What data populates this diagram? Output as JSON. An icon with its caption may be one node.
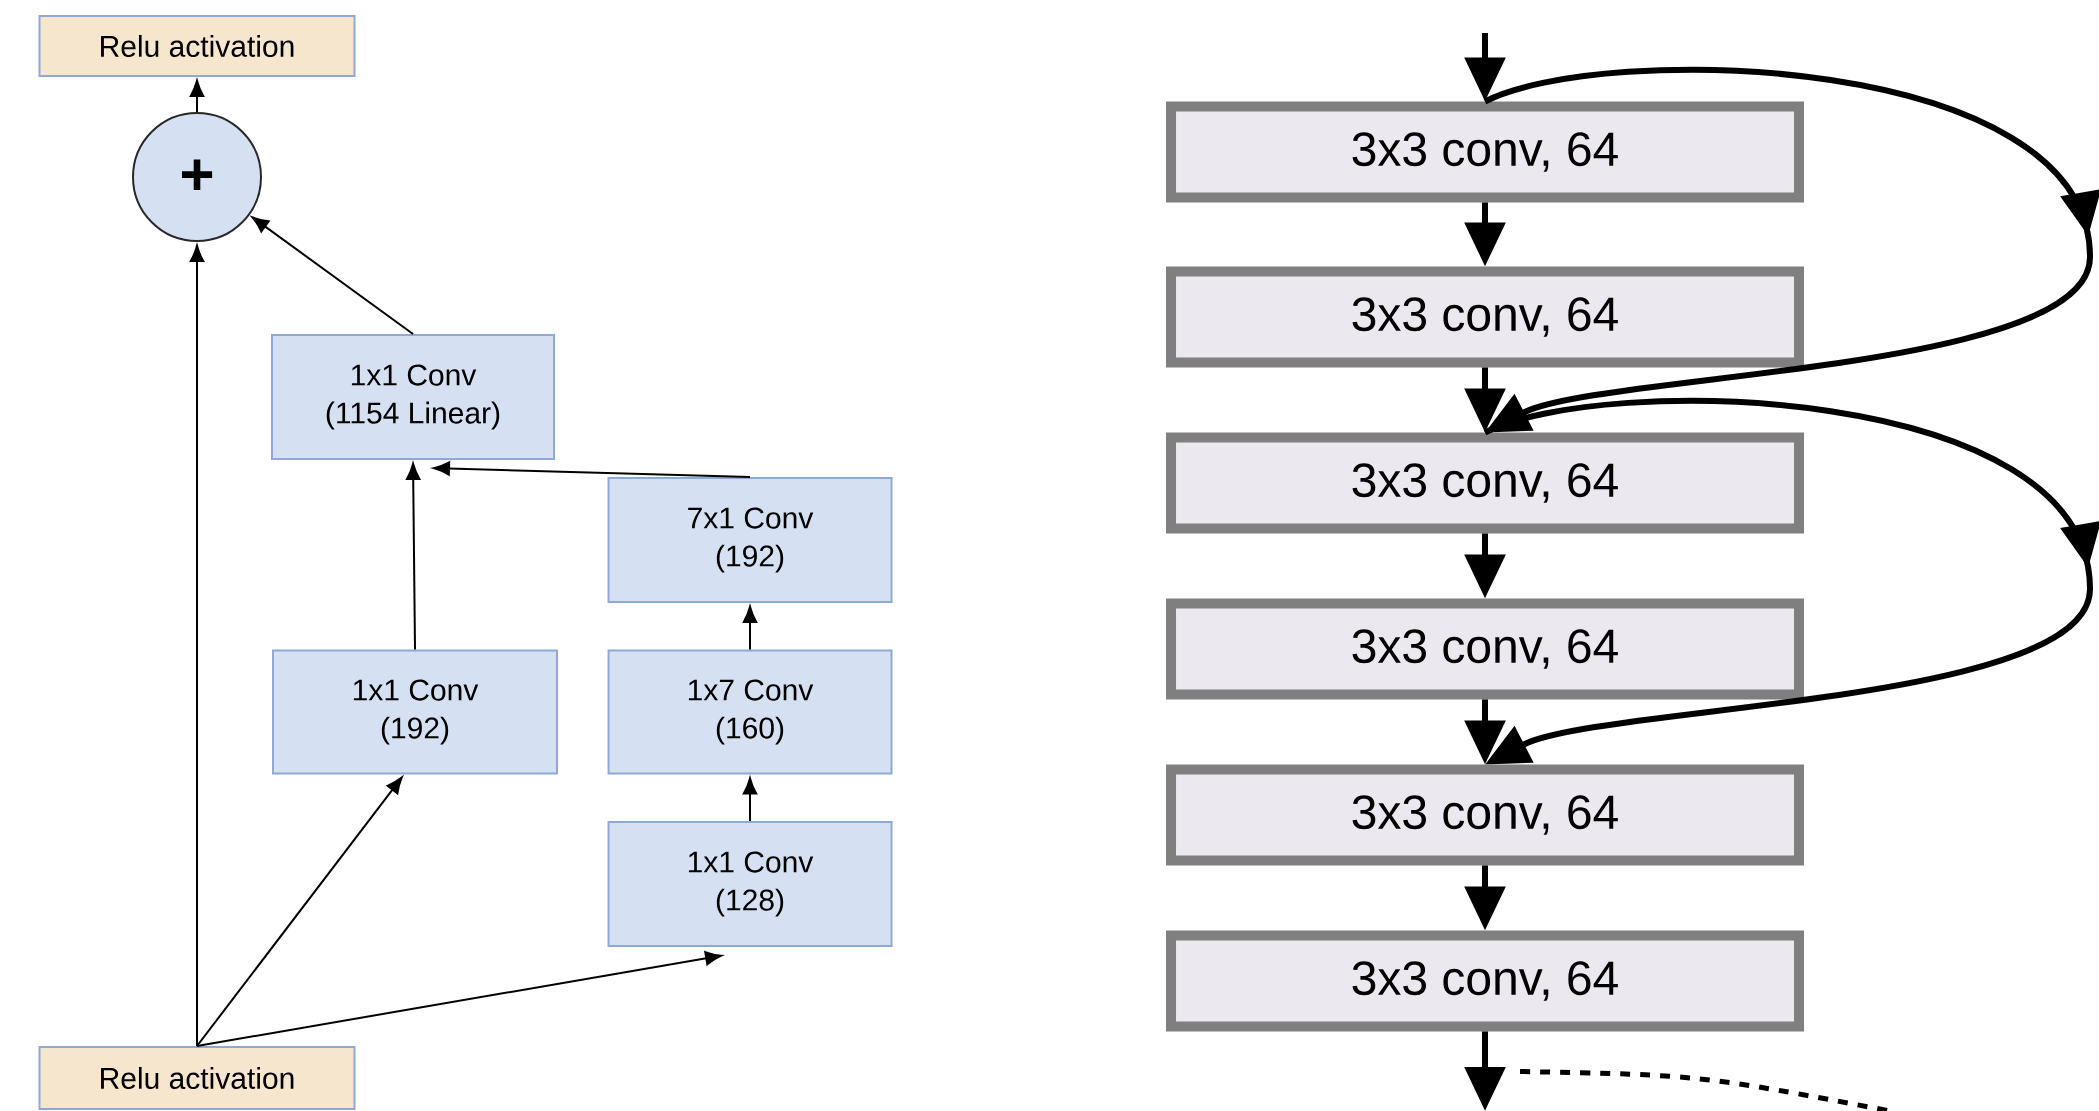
{
  "diagram": {
    "nodes": [
      {
        "text": [
          "Relu activation"
        ]
      },
      {
        "text": [
          "+"
        ]
      },
      {
        "text": [
          "1x1 Conv",
          "(1154 Linear)"
        ]
      },
      {
        "text": [
          "7x1 Conv",
          "(192)"
        ]
      },
      {
        "text": [
          "1x1 Conv",
          "(192)"
        ]
      },
      {
        "text": [
          "1x7 Conv",
          "(160)"
        ]
      },
      {
        "text": [
          "1x1 Conv",
          "(128)"
        ]
      },
      {
        "text": [
          "Relu activation"
        ]
      },
      {
        "text": [
          "3x3 conv, 64"
        ]
      },
      {
        "text": [
          "3x3 conv, 64"
        ]
      },
      {
        "text": [
          "3x3 conv, 64"
        ]
      },
      {
        "text": [
          "3x3 conv, 64"
        ]
      },
      {
        "text": [
          "3x3 conv, 64"
        ]
      },
      {
        "text": [
          "3x3 conv, 64"
        ]
      }
    ],
    "edges": [
      {
        "from": 1,
        "to": 0,
        "arrow": "to"
      },
      {
        "from": 2,
        "to": 1,
        "arrow": "to"
      },
      {
        "from": 7,
        "to": 1,
        "arrow": "to"
      },
      {
        "from": 3,
        "to": 2,
        "arrow": "to"
      },
      {
        "from": 4,
        "to": 2,
        "arrow": "to"
      },
      {
        "from": 5,
        "to": 3,
        "arrow": "to"
      },
      {
        "from": 6,
        "to": 5,
        "arrow": "to"
      },
      {
        "from": 7,
        "to": 4,
        "arrow": "to"
      },
      {
        "from": 7,
        "to": 6,
        "arrow": "to"
      },
      {
        "from": null,
        "to": 8,
        "arrow": "to"
      },
      {
        "from": 8,
        "to": 9,
        "arrow": "to"
      },
      {
        "from": 9,
        "to": 10,
        "arrow": "to"
      },
      {
        "from": 10,
        "to": 11,
        "arrow": "to"
      },
      {
        "from": 11,
        "to": 12,
        "arrow": "to"
      },
      {
        "from": 12,
        "to": 13,
        "arrow": "to"
      },
      {
        "from": 13,
        "to": null,
        "arrow": "to"
      },
      {
        "from": 8,
        "to": 10,
        "arrow": "to"
      },
      {
        "from": 10,
        "to": 12,
        "arrow": "to"
      },
      {
        "from": 13,
        "to": null,
        "arrow": "none",
        "style": "dashed"
      }
    ]
  }
}
